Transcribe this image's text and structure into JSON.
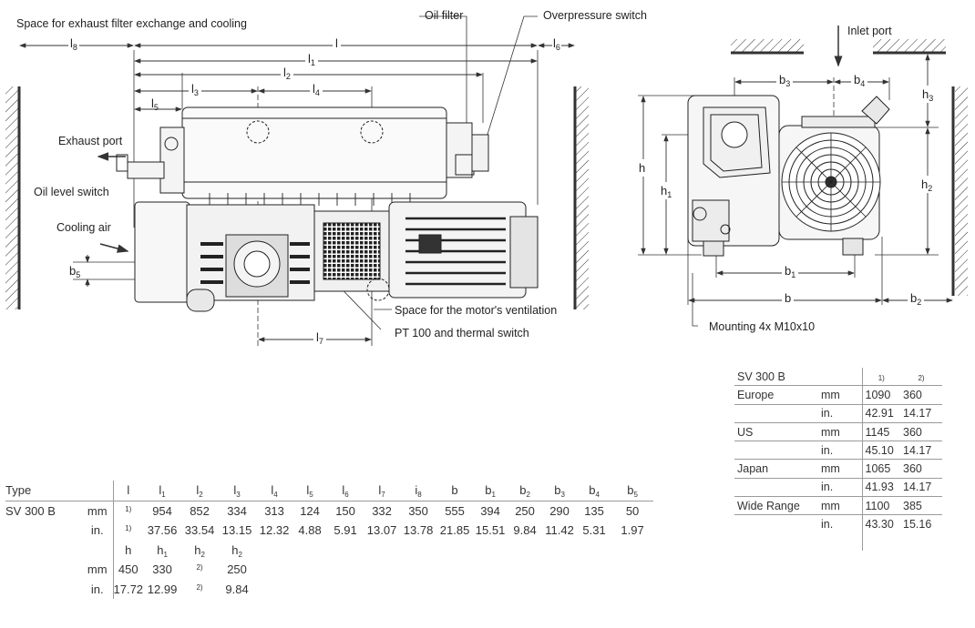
{
  "labels": {
    "space_exhaust": "Space for exhaust filter exchange and cooling",
    "oil_filter": "Oil filter",
    "overpressure_switch": "Overpressure switch",
    "inlet_port": "Inlet port",
    "exhaust_port": "Exhaust port",
    "oil_level_switch": "Oil level switch",
    "cooling_air": "Cooling air",
    "motor_ventilation": "Space for the motor's ventilation",
    "pt100": "PT 100 and thermal switch",
    "mounting": "Mounting 4x M10x10"
  },
  "dims_side": {
    "l8": "l8",
    "l": "l",
    "l6": "l6",
    "l1": "l1",
    "l2": "l2",
    "l3": "l3",
    "l4": "l4",
    "l5": "l5",
    "b5": "b5",
    "l7": "l7"
  },
  "dims_front": {
    "b3": "b3",
    "b4": "b4",
    "h3": "h3",
    "h": "h",
    "h1": "h1",
    "h2": "h2",
    "b1": "b1",
    "b": "b",
    "b2": "b2"
  },
  "main_table": {
    "type_label": "Type",
    "headers": [
      "l",
      "l1",
      "l2",
      "l3",
      "l4",
      "l5",
      "l6",
      "l7",
      "i8",
      "b",
      "b1",
      "b2",
      "b3",
      "b4",
      "b5"
    ],
    "model": "SV 300 B",
    "mm_label": "mm",
    "in_label": "in.",
    "mm": [
      "1)",
      "954",
      "852",
      "334",
      "313",
      "124",
      "150",
      "332",
      "350",
      "555",
      "394",
      "250",
      "290",
      "135",
      "50"
    ],
    "in": [
      "1)",
      "37.56",
      "33.54",
      "13.15",
      "12.32",
      "4.88",
      "5.91",
      "13.07",
      "13.78",
      "21.85",
      "15.51",
      "9.84",
      "11.42",
      "5.31",
      "1.97"
    ],
    "h_headers": [
      "h",
      "h1",
      "h2",
      "h2"
    ],
    "h_mm": [
      "450",
      "330",
      "2)",
      "250"
    ],
    "h_in": [
      "17.72",
      "12.99",
      "2)",
      "9.84"
    ]
  },
  "region_table": {
    "model": "SV 300 B",
    "col1": "1)",
    "col2": "2)",
    "rows": [
      {
        "region": "Europe",
        "unit": "mm",
        "v1": "1090",
        "v2": "360"
      },
      {
        "region": "",
        "unit": "in.",
        "v1": "42.91",
        "v2": "14.17"
      },
      {
        "region": "US",
        "unit": "mm",
        "v1": "1145",
        "v2": "360"
      },
      {
        "region": "",
        "unit": "in.",
        "v1": "45.10",
        "v2": "14.17"
      },
      {
        "region": "Japan",
        "unit": "mm",
        "v1": "1065",
        "v2": "360"
      },
      {
        "region": "",
        "unit": "in.",
        "v1": "41.93",
        "v2": "14.17"
      },
      {
        "region": "Wide Range",
        "unit": "mm",
        "v1": "1100",
        "v2": "385"
      },
      {
        "region": "",
        "unit": "in.",
        "v1": "43.30",
        "v2": "15.16"
      }
    ]
  }
}
